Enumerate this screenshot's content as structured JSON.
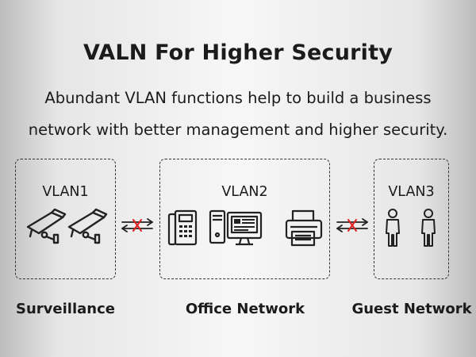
{
  "title": "VALN For Higher Security",
  "subtitle": {
    "line1": "Abundant VLAN functions help to build a business",
    "line2": "network with better management and higher security."
  },
  "vlans": [
    {
      "label": "VLAN1",
      "caption": "Surveillance",
      "devices": [
        "camera-icon",
        "camera-icon"
      ]
    },
    {
      "label": "VLAN2",
      "caption": "Office Network",
      "devices": [
        "desk-phone-icon",
        "desktop-computer-icon",
        "printer-icon"
      ]
    },
    {
      "label": "VLAN3",
      "caption": "Guest Network",
      "devices": [
        "person-icon",
        "person-icon"
      ]
    }
  ],
  "separators": [
    "blocked-connection-icon",
    "blocked-connection-icon"
  ],
  "colors": {
    "block_mark": "#e02020",
    "line": "#222222"
  }
}
